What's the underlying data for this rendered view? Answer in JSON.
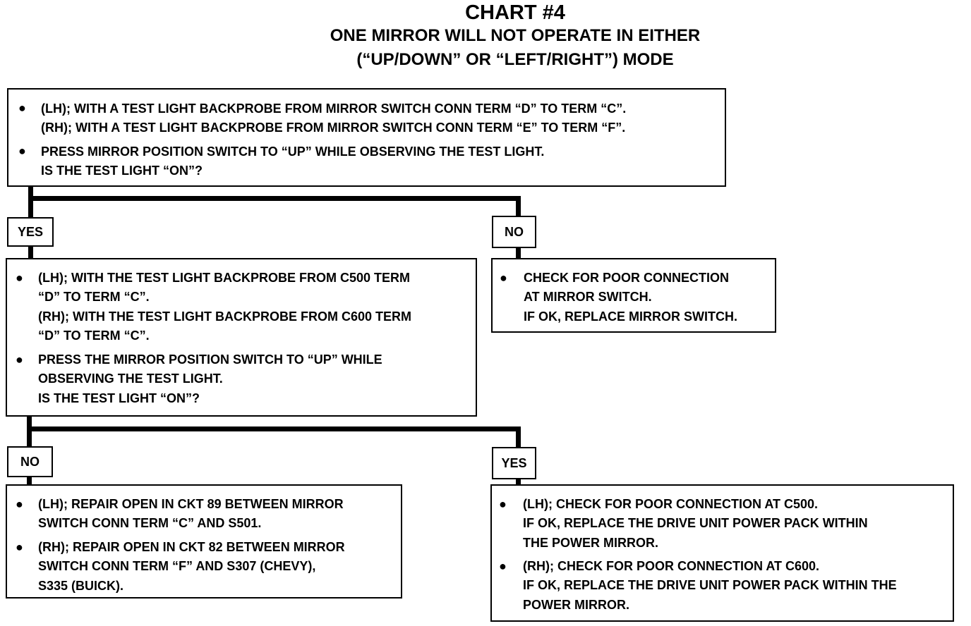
{
  "chart": {
    "title": "CHART #4",
    "subtitle_line1": "ONE MIRROR WILL NOT OPERATE IN EITHER",
    "subtitle_line2": "(“UP/DOWN” OR “LEFT/RIGHT”) MODE"
  },
  "step1": {
    "b1_l1": "(LH); WITH A TEST LIGHT BACKPROBE FROM MIRROR SWITCH CONN TERM “D” TO TERM “C”.",
    "b1_l2": "(RH); WITH A TEST LIGHT BACKPROBE FROM MIRROR SWITCH CONN TERM “E” TO TERM “F”.",
    "b2_l1": "PRESS MIRROR POSITION SWITCH TO “UP” WHILE OBSERVING THE TEST LIGHT.",
    "b2_l2": "IS THE TEST LIGHT “ON”?"
  },
  "labels": {
    "yes1": "YES",
    "no1": "NO",
    "no2": "NO",
    "yes2": "YES"
  },
  "step2": {
    "b1_l1": "(LH); WITH THE TEST LIGHT BACKPROBE FROM C500 TERM",
    "b1_l2": "“D” TO TERM “C”.",
    "b1_l3": "(RH); WITH THE TEST LIGHT BACKPROBE FROM C600 TERM",
    "b1_l4": "“D” TO TERM “C”.",
    "b2_l1": "PRESS THE MIRROR  POSITION SWITCH TO “UP” WHILE",
    "b2_l2": "OBSERVING THE TEST LIGHT.",
    "b2_l3": "IS THE TEST LIGHT “ON”?"
  },
  "switch_box": {
    "l1": "CHECK FOR POOR CONNECTION",
    "l2": "AT MIRROR SWITCH.",
    "l3": "IF OK, REPLACE MIRROR SWITCH."
  },
  "repair_box": {
    "b1_l1": "(LH); REPAIR OPEN IN CKT 89 BETWEEN MIRROR",
    "b1_l2": "SWITCH CONN TERM “C” AND S501.",
    "b2_l1": "(RH); REPAIR OPEN IN CKT 82 BETWEEN MIRROR",
    "b2_l2": "SWITCH CONN TERM “F” AND S307 (CHEVY),",
    "b2_l3": "S335 (BUICK)."
  },
  "connection_box": {
    "b1_l1": "(LH); CHECK FOR POOR CONNECTION AT C500.",
    "b1_l2": " IF OK, REPLACE THE DRIVE UNIT POWER PACK WITHIN",
    "b1_l3": "THE POWER MIRROR.",
    "b2_l1": "(RH); CHECK FOR POOR CONNECTION AT C600.",
    "b2_l2": "IF OK, REPLACE THE DRIVE UNIT POWER PACK WITHIN THE",
    "b2_l3": "POWER MIRROR."
  },
  "bullet": "●"
}
